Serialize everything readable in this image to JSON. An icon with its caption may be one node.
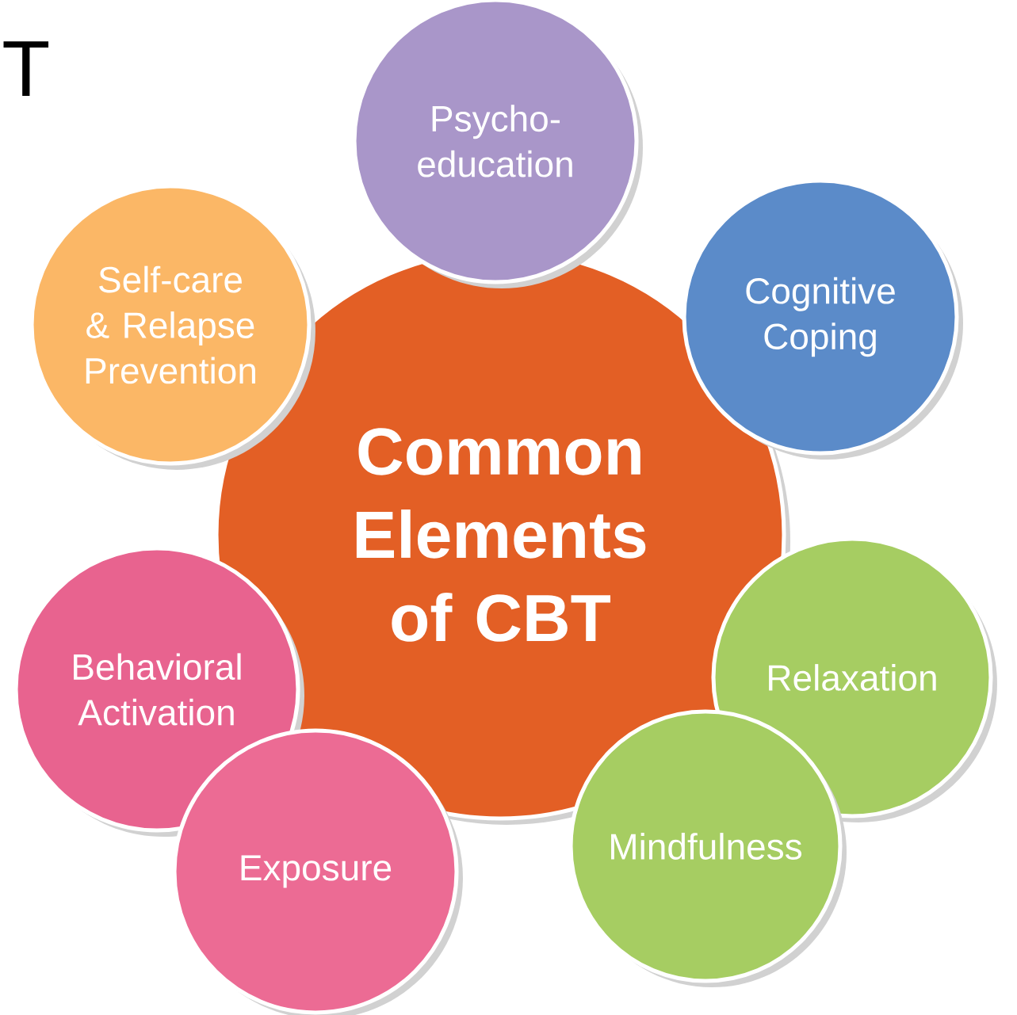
{
  "diagram": {
    "nodes": [
      {
        "text": [
          "Psycho- education"
        ]
      },
      {
        "text": [
          "Self-care & Relapse Prevention"
        ]
      },
      {
        "text": [
          "Cognitive Coping"
        ]
      },
      {
        "text": [
          "Common Elements of CBT"
        ]
      },
      {
        "text": [
          "Behavioral Activation"
        ]
      },
      {
        "text": [
          "Relaxation"
        ]
      },
      {
        "text": [
          "Exposure"
        ]
      },
      {
        "text": [
          "Mindfulness"
        ]
      }
    ],
    "labels": [
      "T"
    ]
  }
}
